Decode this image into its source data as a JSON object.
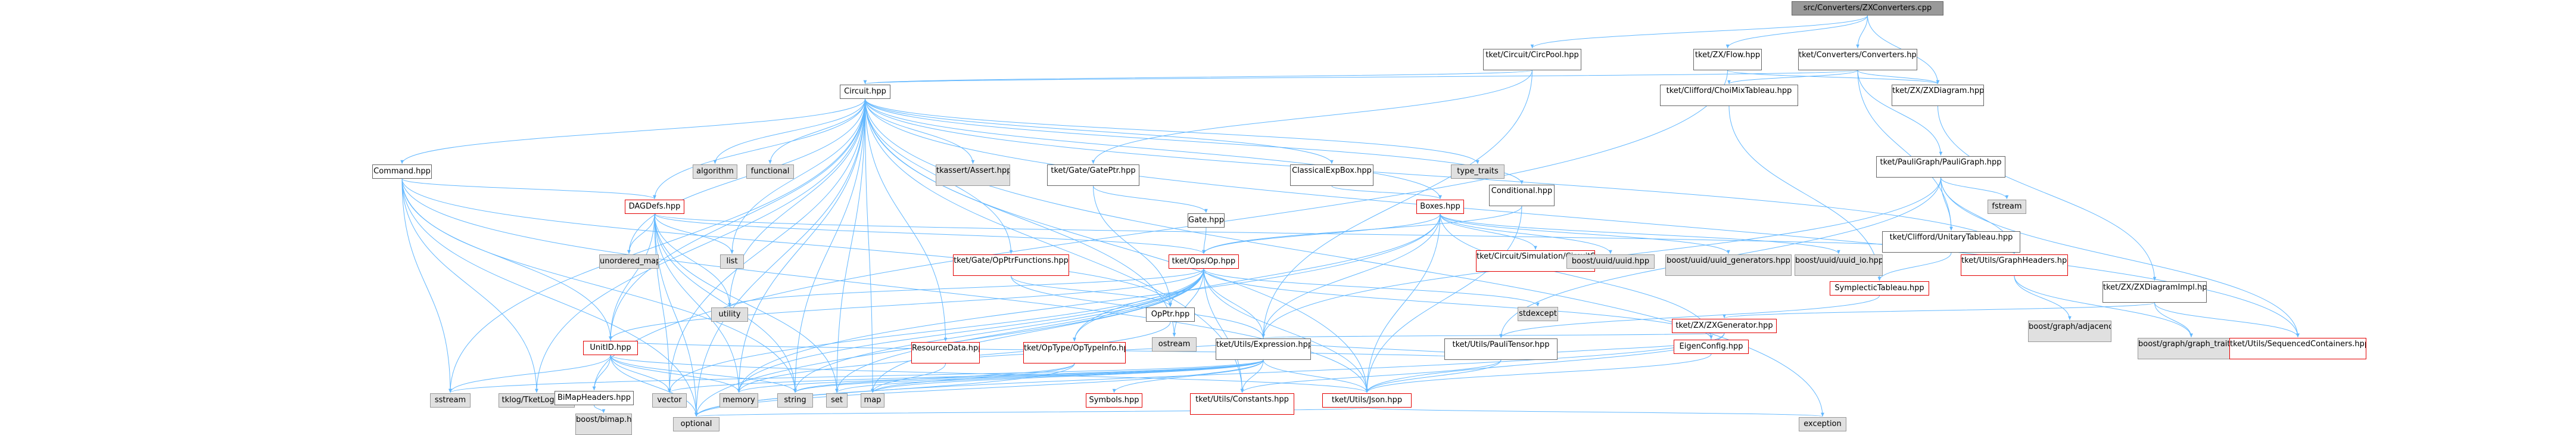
{
  "graph": {
    "title": "src/Converters/ZXConverters.cpp",
    "nodes": [
      {
        "id": "root",
        "label": "src/Converters/ZXConverters.cpp",
        "style": "root"
      },
      {
        "id": "circpool",
        "label": "tket/Circuit/CircPool.hpp",
        "style": "plain"
      },
      {
        "id": "zxflow",
        "label": "tket/ZX/Flow.hpp",
        "style": "plain"
      },
      {
        "id": "converters",
        "label": "tket/Converters/Converters.hpp",
        "style": "plain"
      },
      {
        "id": "circuit",
        "label": "Circuit.hpp",
        "style": "plain"
      },
      {
        "id": "choimix",
        "label": "tket/Clifford/ChoiMixTableau.hpp",
        "style": "plain"
      },
      {
        "id": "zxdiagram",
        "label": "tket/ZX/ZXDiagram.hpp",
        "style": "plain"
      },
      {
        "id": "command",
        "label": "Command.hpp",
        "style": "plain"
      },
      {
        "id": "algorithm",
        "label": "algorithm",
        "style": "ext"
      },
      {
        "id": "functional",
        "label": "functional",
        "style": "ext"
      },
      {
        "id": "gateptr",
        "label": "tket/Gate/GatePtr.hpp",
        "style": "plain"
      },
      {
        "id": "tkassert",
        "label": "tkassert/Assert.hpp",
        "style": "ext"
      },
      {
        "id": "classicalexp",
        "label": "ClassicalExpBox.hpp",
        "style": "plain"
      },
      {
        "id": "typetraits",
        "label": "type_traits",
        "style": "ext"
      },
      {
        "id": "conditional",
        "label": "Conditional.hpp",
        "style": "plain"
      },
      {
        "id": "pauligraph",
        "label": "tket/PauliGraph/PauliGraph.hpp",
        "style": "plain"
      },
      {
        "id": "fstream",
        "label": "fstream",
        "style": "ext"
      },
      {
        "id": "dagdefs",
        "label": "DAGDefs.hpp",
        "style": "red"
      },
      {
        "id": "gate",
        "label": "Gate.hpp",
        "style": "plain"
      },
      {
        "id": "boxes",
        "label": "Boxes.hpp",
        "style": "red"
      },
      {
        "id": "unitarytab",
        "label": "tket/Clifford/UnitaryTableau.hpp",
        "style": "plain"
      },
      {
        "id": "unorderedmap",
        "label": "unordered_map",
        "style": "ext"
      },
      {
        "id": "list",
        "label": "list",
        "style": "ext"
      },
      {
        "id": "opptrfunc",
        "label": "tket/Gate/OpPtrFunctions.hpp",
        "style": "red"
      },
      {
        "id": "opsop",
        "label": "tket/Ops/Op.hpp",
        "style": "red"
      },
      {
        "id": "circsim",
        "label": "tket/Circuit/Simulation/CircuitSimulator.hpp",
        "style": "red"
      },
      {
        "id": "boostuuid",
        "label": "boost/uuid/uuid.hpp",
        "style": "ext"
      },
      {
        "id": "boostuuidgen",
        "label": "boost/uuid/uuid_generators.hpp",
        "style": "ext"
      },
      {
        "id": "boostuuidio",
        "label": "boost/uuid/uuid_io.hpp",
        "style": "ext"
      },
      {
        "id": "graphheaders",
        "label": "tket/Utils/GraphHeaders.hpp",
        "style": "red"
      },
      {
        "id": "symptab",
        "label": "SymplecticTableau.hpp",
        "style": "red"
      },
      {
        "id": "zxdiagimpl",
        "label": "tket/ZX/ZXDiagramImpl.hpp",
        "style": "plain"
      },
      {
        "id": "utility",
        "label": "utility",
        "style": "ext"
      },
      {
        "id": "opptr",
        "label": "OpPtr.hpp",
        "style": "plain"
      },
      {
        "id": "ostream",
        "label": "ostream",
        "style": "ext"
      },
      {
        "id": "paulitensor",
        "label": "tket/Utils/PauliTensor.hpp",
        "style": "plain"
      },
      {
        "id": "stdexcept",
        "label": "stdexcept",
        "style": "ext"
      },
      {
        "id": "zxgenerator",
        "label": "tket/ZX/ZXGenerator.hpp",
        "style": "red"
      },
      {
        "id": "adjlist",
        "label": "boost/graph/adjacency_list.hpp",
        "style": "ext"
      },
      {
        "id": "graphtraits",
        "label": "boost/graph/graph_traits.hpp",
        "style": "ext"
      },
      {
        "id": "seqcontainers",
        "label": "tket/Utils/SequencedContainers.hpp",
        "style": "red"
      },
      {
        "id": "unitid",
        "label": "UnitID.hpp",
        "style": "red"
      },
      {
        "id": "resourcedata",
        "label": "ResourceData.hpp",
        "style": "red"
      },
      {
        "id": "optypeinfo",
        "label": "tket/OpType/OpTypeInfo.hpp",
        "style": "red"
      },
      {
        "id": "expression",
        "label": "tket/Utils/Expression.hpp",
        "style": "plain"
      },
      {
        "id": "eigenconfig",
        "label": "EigenConfig.hpp",
        "style": "red"
      },
      {
        "id": "sstream",
        "label": "sstream",
        "style": "ext"
      },
      {
        "id": "tklog",
        "label": "tklog/TketLog.hpp",
        "style": "ext"
      },
      {
        "id": "bimap",
        "label": "BiMapHeaders.hpp",
        "style": "plain"
      },
      {
        "id": "vector",
        "label": "vector",
        "style": "ext"
      },
      {
        "id": "memory",
        "label": "memory",
        "style": "ext"
      },
      {
        "id": "string",
        "label": "string",
        "style": "ext"
      },
      {
        "id": "set",
        "label": "set",
        "style": "ext"
      },
      {
        "id": "map",
        "label": "map",
        "style": "ext"
      },
      {
        "id": "symbols",
        "label": "Symbols.hpp",
        "style": "red"
      },
      {
        "id": "constants",
        "label": "tket/Utils/Constants.hpp",
        "style": "red"
      },
      {
        "id": "json",
        "label": "tket/Utils/Json.hpp",
        "style": "red"
      },
      {
        "id": "boostbimap",
        "label": "boost/bimap.hpp",
        "style": "ext"
      },
      {
        "id": "optional",
        "label": "optional",
        "style": "ext"
      },
      {
        "id": "exception",
        "label": "exception",
        "style": "ext"
      }
    ],
    "edges": [
      [
        "root",
        "circpool"
      ],
      [
        "root",
        "zxflow"
      ],
      [
        "root",
        "converters"
      ],
      [
        "root",
        "zxdiagram"
      ],
      [
        "circpool",
        "circuit"
      ],
      [
        "circpool",
        "gateptr"
      ],
      [
        "circpool",
        "expression"
      ],
      [
        "zxflow",
        "zxdiagram"
      ],
      [
        "zxflow",
        "bimap"
      ],
      [
        "converters",
        "choimix"
      ],
      [
        "converters",
        "circuit"
      ],
      [
        "converters",
        "zxdiagram"
      ],
      [
        "converters",
        "unitarytab"
      ],
      [
        "converters",
        "pauligraph"
      ],
      [
        "choimix",
        "symptab"
      ],
      [
        "zxdiagram",
        "zxdiagimpl"
      ],
      [
        "circuit",
        "command"
      ],
      [
        "circuit",
        "algorithm"
      ],
      [
        "circuit",
        "functional"
      ],
      [
        "circuit",
        "tkassert"
      ],
      [
        "circuit",
        "classicalexp"
      ],
      [
        "circuit",
        "typetraits"
      ],
      [
        "circuit",
        "conditional"
      ],
      [
        "circuit",
        "dagdefs"
      ],
      [
        "circuit",
        "boxes"
      ],
      [
        "circuit",
        "unorderedmap"
      ],
      [
        "circuit",
        "list"
      ],
      [
        "circuit",
        "opptrfunc"
      ],
      [
        "circuit",
        "resourcedata"
      ],
      [
        "circuit",
        "unitid"
      ],
      [
        "circuit",
        "constants"
      ],
      [
        "circuit",
        "json"
      ],
      [
        "circuit",
        "graphheaders"
      ],
      [
        "circuit",
        "seqcontainers"
      ],
      [
        "circuit",
        "sstream"
      ],
      [
        "circuit",
        "tklog"
      ],
      [
        "circuit",
        "vector"
      ],
      [
        "circuit",
        "memory"
      ],
      [
        "circuit",
        "string"
      ],
      [
        "circuit",
        "map"
      ],
      [
        "circuit",
        "set"
      ],
      [
        "circuit",
        "optional"
      ],
      [
        "circuit",
        "exception"
      ],
      [
        "circuit",
        "ostream"
      ],
      [
        "circuit",
        "utility"
      ],
      [
        "command",
        "dagdefs"
      ],
      [
        "command",
        "unitid"
      ],
      [
        "command",
        "opptr"
      ],
      [
        "command",
        "sstream"
      ],
      [
        "command",
        "tklog"
      ],
      [
        "command",
        "string"
      ],
      [
        "command",
        "optional"
      ],
      [
        "command",
        "json"
      ],
      [
        "gateptr",
        "opptr"
      ],
      [
        "gateptr",
        "gate"
      ],
      [
        "classicalexp",
        "boxes"
      ],
      [
        "conditional",
        "opsop"
      ],
      [
        "conditional",
        "json"
      ],
      [
        "pauligraph",
        "fstream"
      ],
      [
        "pauligraph",
        "unitarytab"
      ],
      [
        "pauligraph",
        "graphheaders"
      ],
      [
        "pauligraph",
        "seqcontainers"
      ],
      [
        "pauligraph",
        "paulitensor"
      ],
      [
        "pauligraph",
        "expression"
      ],
      [
        "dagdefs",
        "unorderedmap"
      ],
      [
        "dagdefs",
        "list"
      ],
      [
        "dagdefs",
        "utility"
      ],
      [
        "dagdefs",
        "opsop"
      ],
      [
        "dagdefs",
        "graphheaders"
      ],
      [
        "dagdefs",
        "unitid"
      ],
      [
        "dagdefs",
        "vector"
      ],
      [
        "dagdefs",
        "memory"
      ],
      [
        "dagdefs",
        "string"
      ],
      [
        "dagdefs",
        "set"
      ],
      [
        "dagdefs",
        "optional"
      ],
      [
        "gate",
        "opsop"
      ],
      [
        "boxes",
        "opsop"
      ],
      [
        "boxes",
        "circsim"
      ],
      [
        "boxes",
        "boostuuid"
      ],
      [
        "boxes",
        "boostuuidgen"
      ],
      [
        "boxes",
        "boostuuidio"
      ],
      [
        "boxes",
        "eigenconfig"
      ],
      [
        "boxes",
        "json"
      ],
      [
        "boxes",
        "optypeinfo"
      ],
      [
        "boxes",
        "expression"
      ],
      [
        "boxes",
        "memory"
      ],
      [
        "unitarytab",
        "symptab"
      ],
      [
        "opptrfunc",
        "opptr"
      ],
      [
        "opptrfunc",
        "expression"
      ],
      [
        "opsop",
        "utility"
      ],
      [
        "opsop",
        "opptr"
      ],
      [
        "opsop",
        "ostream"
      ],
      [
        "opsop",
        "stdexcept"
      ],
      [
        "opsop",
        "unitid"
      ],
      [
        "opsop",
        "optypeinfo"
      ],
      [
        "opsop",
        "expression"
      ],
      [
        "opsop",
        "constants"
      ],
      [
        "opsop",
        "json"
      ],
      [
        "opsop",
        "eigenconfig"
      ],
      [
        "opsop",
        "vector"
      ],
      [
        "opsop",
        "string"
      ],
      [
        "opsop",
        "optional"
      ],
      [
        "opsop",
        "set"
      ],
      [
        "opsop",
        "memory"
      ],
      [
        "opsop",
        "map"
      ],
      [
        "graphheaders",
        "adjlist"
      ],
      [
        "graphheaders",
        "graphtraits"
      ],
      [
        "symptab",
        "paulitensor"
      ],
      [
        "zxdiagimpl",
        "graphtraits"
      ],
      [
        "zxdiagimpl",
        "seqcontainers"
      ],
      [
        "zxdiagimpl",
        "zxgenerator"
      ],
      [
        "opptr",
        "memory"
      ],
      [
        "paulitensor",
        "expression"
      ],
      [
        "paulitensor",
        "constants"
      ],
      [
        "paulitensor",
        "json"
      ],
      [
        "paulitensor",
        "eigenconfig"
      ],
      [
        "paulitensor",
        "unitid"
      ],
      [
        "zxgenerator",
        "expression"
      ],
      [
        "zxgenerator",
        "optional"
      ],
      [
        "zxgenerator",
        "json"
      ],
      [
        "unitid",
        "bimap"
      ],
      [
        "unitid",
        "json"
      ],
      [
        "unitid",
        "sstream"
      ],
      [
        "unitid",
        "vector"
      ],
      [
        "unitid",
        "string"
      ],
      [
        "unitid",
        "memory"
      ],
      [
        "unitid",
        "optional"
      ],
      [
        "resourcedata",
        "expression"
      ],
      [
        "resourcedata",
        "map"
      ],
      [
        "optypeinfo",
        "string"
      ],
      [
        "optypeinfo",
        "map"
      ],
      [
        "optypeinfo",
        "optional"
      ],
      [
        "expression",
        "symbols"
      ],
      [
        "expression",
        "constants"
      ],
      [
        "expression",
        "json"
      ],
      [
        "expression",
        "set"
      ],
      [
        "expression",
        "map"
      ],
      [
        "expression",
        "string"
      ],
      [
        "expression",
        "optional"
      ],
      [
        "expression",
        "vector"
      ],
      [
        "expression",
        "memory"
      ],
      [
        "expression",
        "sstream"
      ],
      [
        "eigenconfig",
        "json"
      ],
      [
        "bimap",
        "boostbimap"
      ],
      [
        "json",
        "optional"
      ],
      [
        "json",
        "exception"
      ]
    ]
  }
}
